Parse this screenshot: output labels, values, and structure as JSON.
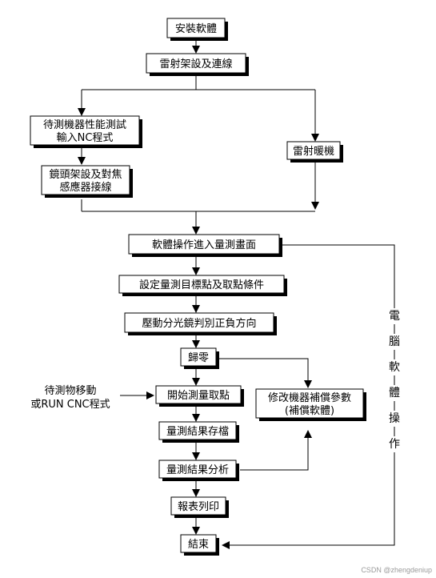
{
  "nodes": {
    "install": "安裝軟體",
    "laser_setup": "雷射架設及連線",
    "input_nc": [
      "待測機器性能測試",
      "輸入NC程式"
    ],
    "lens_setup": [
      "鏡頭架設及對焦",
      "感應器接線"
    ],
    "laser_warmup": "雷射暖機",
    "enter_screen": "軟體操作進入量測畫面",
    "set_target": "設定量測目標點及取點條件",
    "pressure": "壓動分光鏡判別正負方向",
    "zero": "歸零",
    "start_measure": "開始測量取點",
    "save_result": "量測結果存檔",
    "analyze": "量測結果分析",
    "report": "報表列印",
    "end": "結束",
    "compensate": [
      "修改機器補償參數",
      "(補償軟體)"
    ],
    "external_input": [
      "待測物移動",
      "或RUN CNC程式"
    ]
  },
  "side_label": [
    "電",
    "腦",
    "軟",
    "體",
    "操",
    "作"
  ],
  "watermark": "CSDN @zhengdeniup"
}
